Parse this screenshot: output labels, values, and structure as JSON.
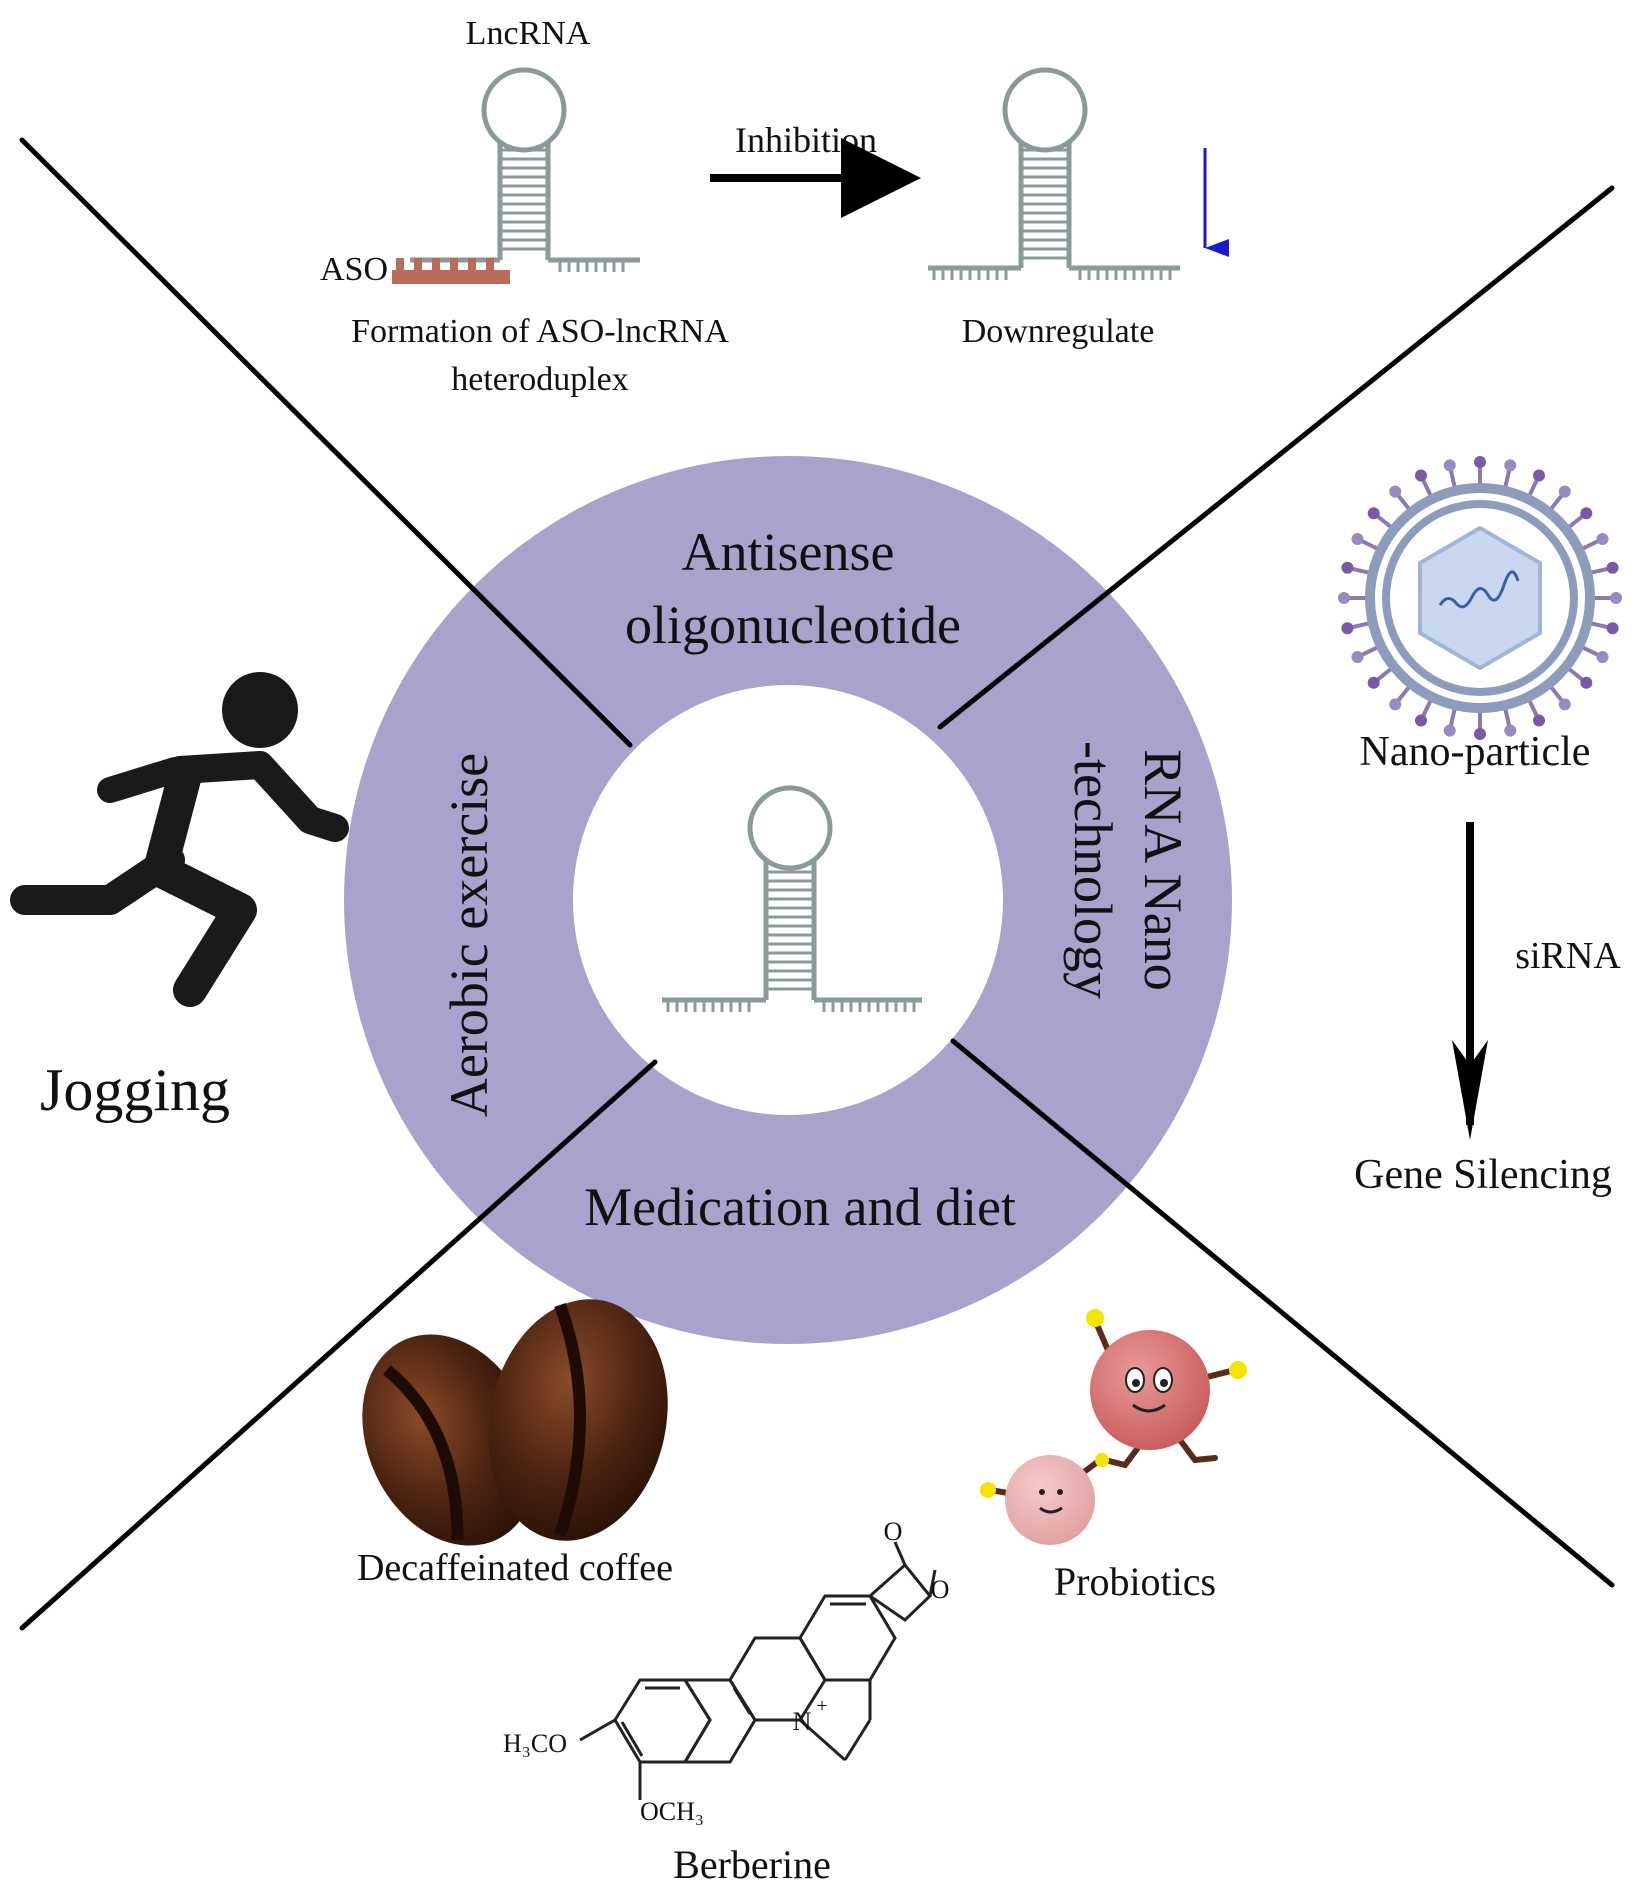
{
  "ring": {
    "fill": "#a9a2cc",
    "segments": {
      "top_line1": "Antisense",
      "top_line2": "oligonucleotide",
      "right_line1": "RNA Nano",
      "right_line2": "-technology",
      "bottom": "Medication and diet",
      "left": "Aerobic exercise"
    }
  },
  "aso_panel": {
    "lncrna_label": "LncRNA",
    "aso_label": "ASO",
    "inhibition_label": "Inhibition",
    "formation_line1": "Formation of ASO-lncRNA",
    "formation_line2": "heteroduplex",
    "downregulate_label": "Downregulate",
    "aso_color": "#b86b55",
    "arrow_down_color": "#1a1acc",
    "rna_color": "#8a9a9a"
  },
  "nano_panel": {
    "nanoparticle_label": "Nano-particle",
    "sirna_label": "siRNA",
    "gene_silencing_label": "Gene Silencing",
    "icon": "nanoparticle-icon"
  },
  "exercise_panel": {
    "jogging_label": "Jogging",
    "icon": "runner-icon"
  },
  "diet_panel": {
    "coffee_label": "Decaffeinated coffee",
    "probiotics_label": "Probiotics",
    "berberine_label": "Berberine",
    "berberine_groups": {
      "h3co": "H₃CO",
      "och3": "OCH₃",
      "n_plus": "N",
      "plus": "+",
      "o1": "O",
      "o2": "O"
    },
    "icons": [
      "coffee-beans-icon",
      "probiotics-icon",
      "berberine-structure-icon"
    ]
  }
}
